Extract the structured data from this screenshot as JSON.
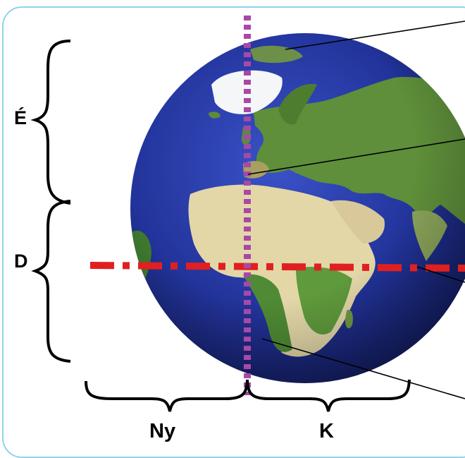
{
  "labels": {
    "north": "É",
    "south": "D",
    "west": "Ny",
    "east": "K"
  },
  "colors": {
    "frame": "#8fd3ea",
    "ocean": "#1d2b8c",
    "land": "#5f8f3a",
    "desert": "#e6dcb4",
    "ice": "#ffffff",
    "meridian": "#a848a8",
    "equator": "#e02020",
    "pointer": "#000000"
  },
  "icons": {
    "globe": "earth-globe-icon"
  }
}
